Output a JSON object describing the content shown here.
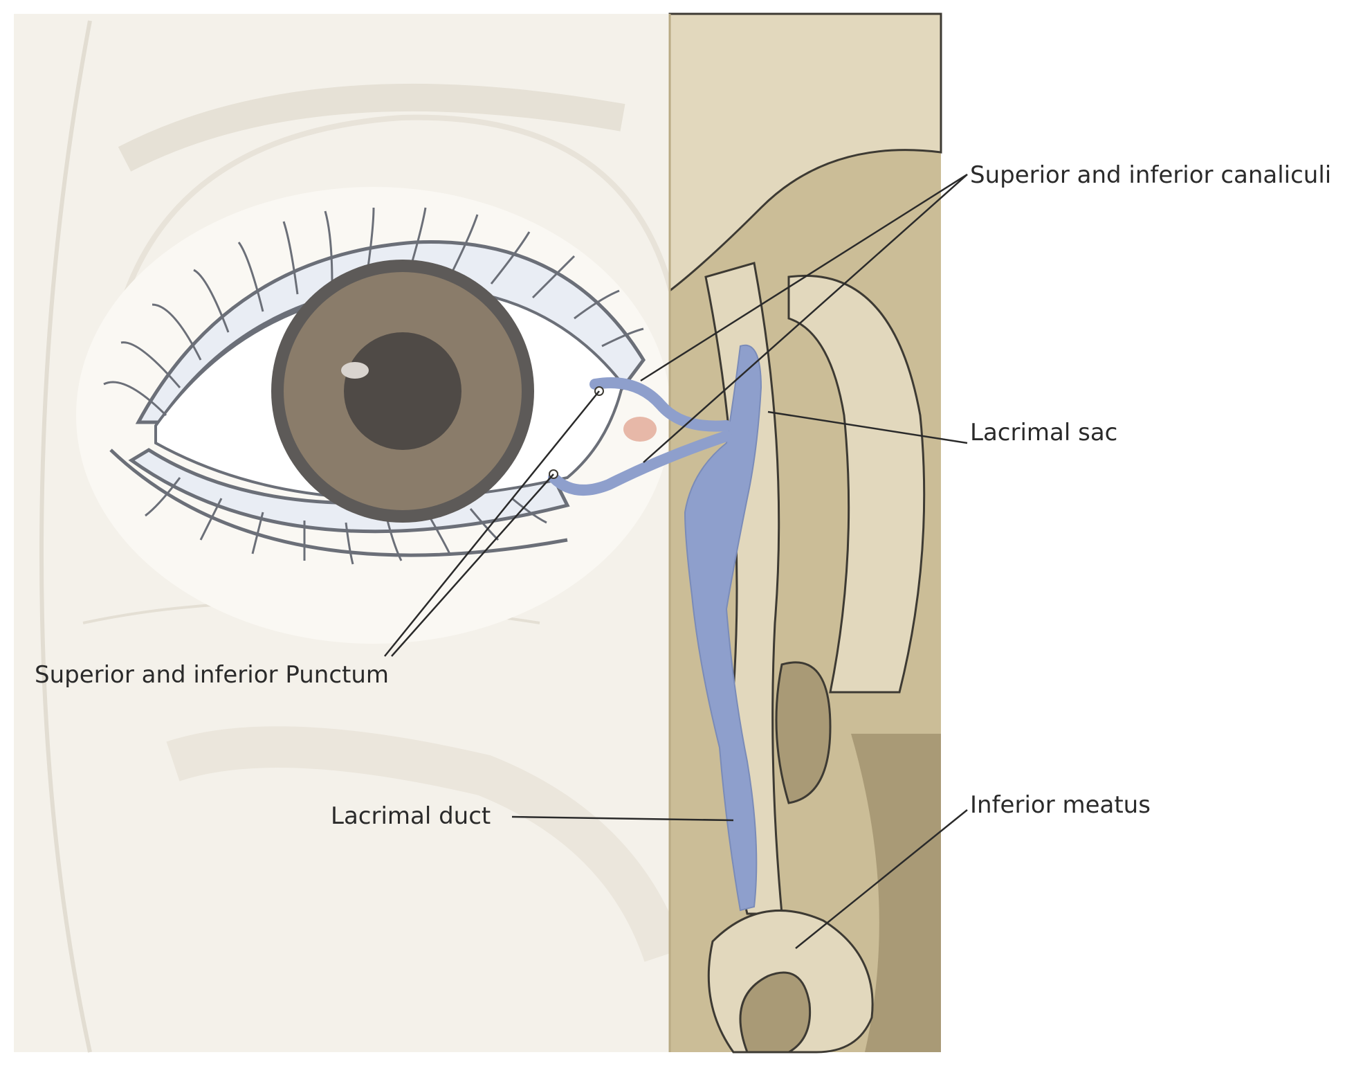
{
  "labels": {
    "canaliculi": "Superior and inferior canaliculi",
    "lacrimal_sac": "Lacrimal sac",
    "punctum": "Superior and inferior Punctum",
    "lacrimal_duct": "Lacrimal duct",
    "inferior_meatus": "Inferior meatus"
  },
  "colors": {
    "skin": "#f4f1ea",
    "bone_panel": "#cbbd97",
    "bone_light": "#e2d8bd",
    "bone_dark": "#a99a76",
    "iris": "#8a7c6a",
    "pupil": "#4f4a46",
    "lacrimal_system": "#8e9fcc",
    "caruncle": "#e7b8a8",
    "leader_line": "#2a2a2a"
  }
}
